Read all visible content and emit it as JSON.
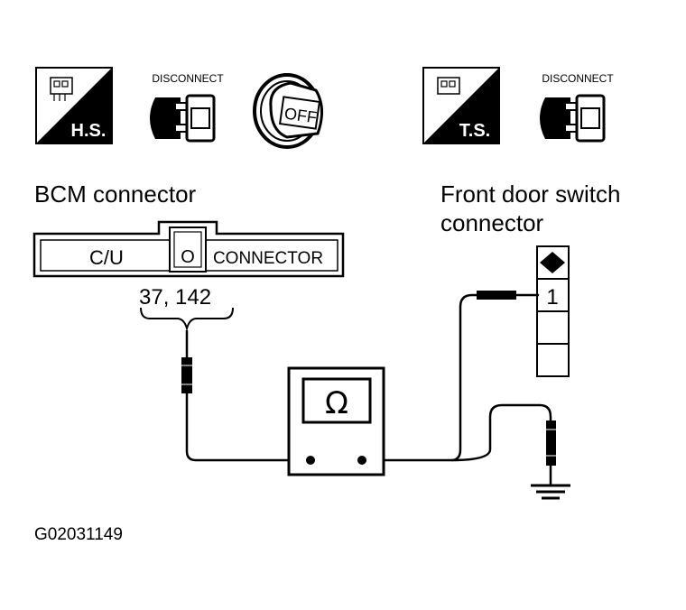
{
  "icons": {
    "hs_label": "H.S.",
    "hs_disconnect": "DISCONNECT",
    "ignition_off": "OFF",
    "ts_label": "T.S.",
    "ts_disconnect": "DISCONNECT"
  },
  "bcm": {
    "title": "BCM connector",
    "cu_label": "C/U",
    "pin_symbol": "O",
    "connector_label": "CONNECTOR",
    "terminals": "37, 142"
  },
  "door_switch": {
    "title_line1": "Front door switch",
    "title_line2": "connector",
    "terminal": "1"
  },
  "meter": {
    "symbol": "Ω"
  },
  "figure_id": "G02031149"
}
